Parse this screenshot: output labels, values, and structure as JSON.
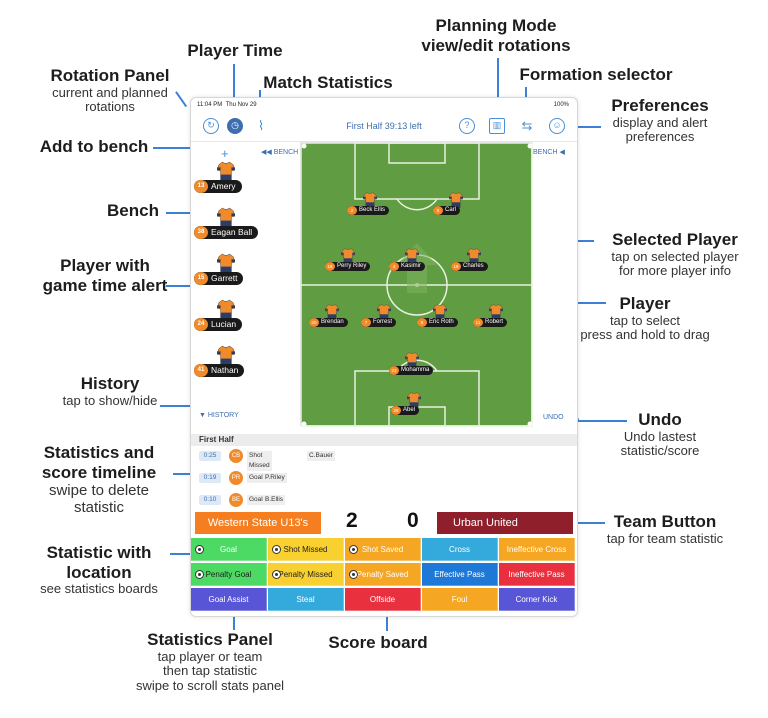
{
  "annotations": {
    "rotation_panel": {
      "title": "Rotation Panel",
      "sub1": "current and planned",
      "sub2": "rotations"
    },
    "player_time": {
      "title": "Player Time"
    },
    "match_statistics": {
      "title": "Match Statistics"
    },
    "planning_mode": {
      "title1": "Planning Mode",
      "title2": "view/edit rotations"
    },
    "formation_selector": {
      "title": "Formation selector"
    },
    "preferences": {
      "title": "Preferences",
      "sub1": "display and alert",
      "sub2": "preferences"
    },
    "add_to_bench": {
      "title": "Add to bench"
    },
    "bench": {
      "title": "Bench"
    },
    "selected_player": {
      "title": "Selected Player",
      "sub1": "tap on selected player",
      "sub2": "for more player info"
    },
    "player_alert": {
      "title1": "Player with",
      "title2": "game time alert"
    },
    "player": {
      "title": "Player",
      "sub1": "tap to select",
      "sub2": "press and hold to drag"
    },
    "history": {
      "title": "History",
      "sub1": "tap to show/hide"
    },
    "undo": {
      "title": "Undo",
      "sub1": "Undo lastest",
      "sub2": "statistic/score"
    },
    "timeline": {
      "title1": "Statistics and",
      "title2": "score timeline",
      "sub1": "swipe to delete",
      "sub2": "statistic"
    },
    "team_button": {
      "title": "Team Button",
      "sub1": "tap for team statistic"
    },
    "stat_location": {
      "title1": "Statistic with",
      "title2": "location",
      "sub1": "see statistics boards"
    },
    "stats_panel": {
      "title": "Statistics Panel",
      "sub1": "tap player or team",
      "sub2": "then tap statistic",
      "sub3": "swipe to scroll stats panel"
    },
    "score_board": {
      "title": "Score board"
    }
  },
  "statusbar": {
    "time": "11:04 PM",
    "date": "Thu Nov 29",
    "battery": "100%"
  },
  "topbar": {
    "match_time": "First Half  39:13 left",
    "help": "?"
  },
  "bench_labels": {
    "left": "BENCH",
    "right": "BENCH"
  },
  "bench_players": [
    {
      "num": "13",
      "name": "Amery"
    },
    {
      "num": "38",
      "name": "Eagan Ball"
    },
    {
      "num": "15",
      "name": "Garrett"
    },
    {
      "num": "24",
      "name": "Lucian"
    },
    {
      "num": "41",
      "name": "Nathan"
    }
  ],
  "pitch_players": [
    {
      "num": "2",
      "name": "Beck Ellis"
    },
    {
      "num": "5",
      "name": "Carl"
    },
    {
      "num": "18",
      "name": "Perry Riley"
    },
    {
      "num": "4",
      "name": "Kasimir"
    },
    {
      "num": "19",
      "name": "Charles"
    },
    {
      "num": "20",
      "name": "Brendan"
    },
    {
      "num": "7",
      "name": "Forrest"
    },
    {
      "num": "6",
      "name": "Eric Roth"
    },
    {
      "num": "11",
      "name": "Robert"
    },
    {
      "num": "23",
      "name": "Mohamma"
    },
    {
      "num": "28",
      "name": "Abel"
    }
  ],
  "history_label": "HISTORY",
  "undo_label": "UNDO",
  "half_label": "First Half",
  "timeline": [
    {
      "time": "0:25",
      "badge": "CB",
      "stat": "Shot Missed",
      "who": "C.Bauer"
    },
    {
      "time": "0:19",
      "badge": "PR",
      "stat": "Goal",
      "who": "P.Riley"
    },
    {
      "time": "0:10",
      "badge": "BE",
      "stat": "Goal",
      "who": "B.Ellis"
    }
  ],
  "scoreboard": {
    "home": "Western State U13's",
    "home_score": "2",
    "away_score": "0",
    "away": "Urban United",
    "home_color": "#f57f20",
    "away_color": "#8e1f2b"
  },
  "stats": [
    {
      "label": "Goal",
      "color": "#4cd964",
      "loc": true,
      "dark": false
    },
    {
      "label": "Shot Missed",
      "color": "#f8d030",
      "loc": true,
      "dark": true
    },
    {
      "label": "Shot Saved",
      "color": "#f5a623",
      "loc": true,
      "dark": false
    },
    {
      "label": "Cross",
      "color": "#34aadc",
      "loc": false,
      "dark": false
    },
    {
      "label": "Ineffective Cross",
      "color": "#f5a623",
      "loc": false,
      "dark": false
    },
    {
      "label": "Penalty Goal",
      "color": "#4cd964",
      "loc": true,
      "dark": true
    },
    {
      "label": "Penalty Missed",
      "color": "#f8d030",
      "loc": true,
      "dark": true
    },
    {
      "label": "Penalty Saved",
      "color": "#f5a623",
      "loc": true,
      "dark": false
    },
    {
      "label": "Effective Pass",
      "color": "#1e78d8",
      "loc": false,
      "dark": false
    },
    {
      "label": "Ineffective Pass",
      "color": "#e8303f",
      "loc": false,
      "dark": false
    },
    {
      "label": "Goal Assist",
      "color": "#5856d6",
      "loc": false,
      "dark": false
    },
    {
      "label": "Steal",
      "color": "#34aadc",
      "loc": false,
      "dark": false
    },
    {
      "label": "Offside",
      "color": "#e8303f",
      "loc": false,
      "dark": false
    },
    {
      "label": "Foul",
      "color": "#f5a623",
      "loc": false,
      "dark": false
    },
    {
      "label": "Corner Kick",
      "color": "#5856d6",
      "loc": false,
      "dark": false
    }
  ],
  "colors": {
    "accent": "#3b82d6",
    "shirt_orange": "#f08a2a",
    "shirt_navy": "#2b3d6a",
    "pitch": "#5f9c42"
  }
}
